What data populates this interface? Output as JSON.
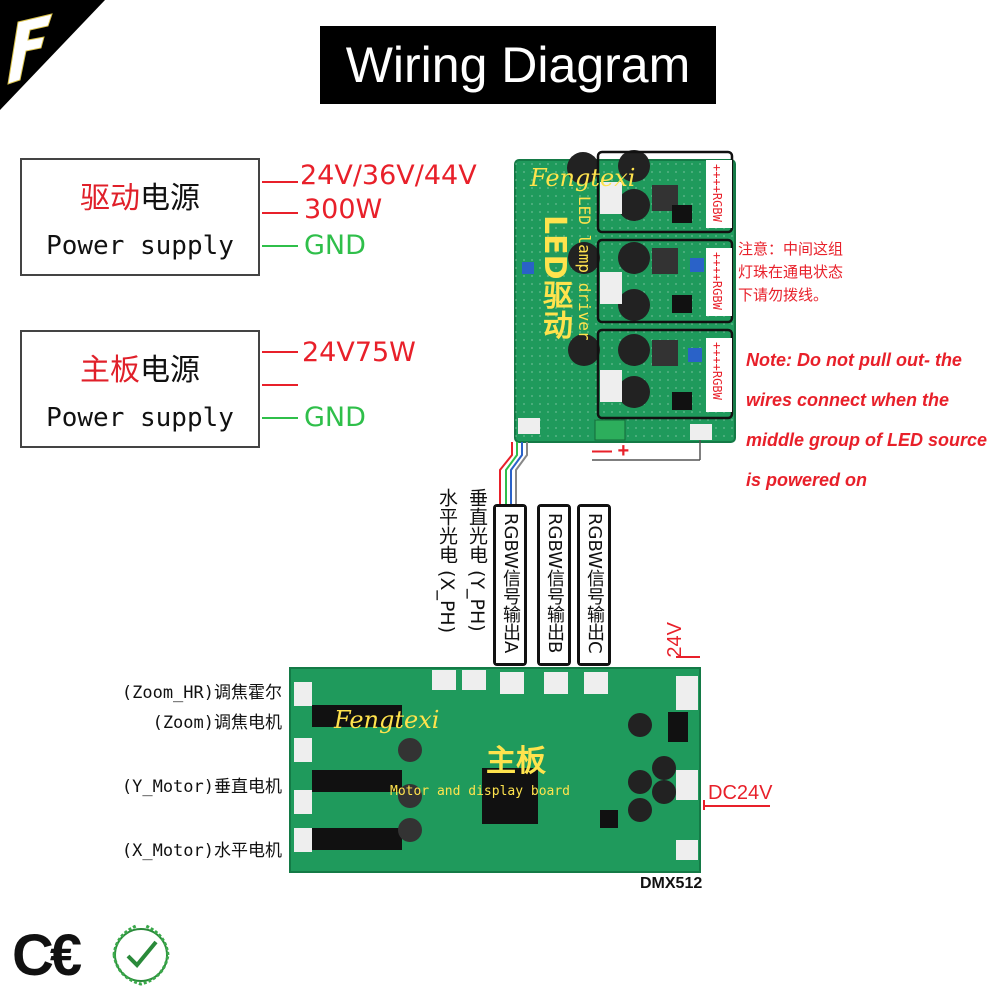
{
  "title": "Wiring Diagram",
  "power_supplies": {
    "driver": {
      "title_red": "驱动",
      "title_black": "电源",
      "subtitle": "Power supply",
      "voltage": "24V/36V/44V",
      "power": "300W",
      "ground": "GND"
    },
    "main": {
      "title_red": "主板",
      "title_black": "电源",
      "subtitle": "Power supply",
      "voltage": "24V75W",
      "ground": "GND"
    }
  },
  "led_driver_board": {
    "brand": "Fengtexi",
    "label_cn": "LED驱动",
    "label_en": "LED lamp driver",
    "channel_label": "++++RGBW",
    "polarity": "— +"
  },
  "notice": {
    "cn": "注意：中间这组灯珠在通电状态下请勿拨线。",
    "en": "Note: Do not pull out- the wires connect when the middle group of LED source is powered on"
  },
  "signal_labels": {
    "x_photo": "水平光电 (X_PH)",
    "y_photo": "垂直光电 (Y_PH)",
    "rgbw_a": "RGBW信号输出A",
    "rgbw_b": "RGBW信号输出B",
    "rgbw_c": "RGBW信号输出C"
  },
  "main_board": {
    "brand": "Fengtexi",
    "label_cn": "主板",
    "label_en": "Motor and display board",
    "input_24v": "24V",
    "input_dc": "DC24V",
    "dmx": "DMX512"
  },
  "motor_labels": {
    "zoom_hr": "(Zoom_HR)调焦霍尔",
    "zoom": "(Zoom)调焦电机",
    "y_motor": "(Y_Motor)垂直电机",
    "x_motor": "(X_Motor)水平电机"
  },
  "colors": {
    "red": "#e8202a",
    "green": "#2fbf4a",
    "pcb": "#1f9a5c",
    "brand_yellow": "#ffe34d"
  }
}
